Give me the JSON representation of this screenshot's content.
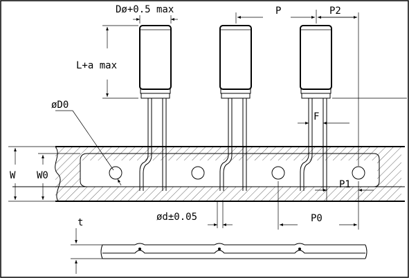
{
  "labels": {
    "d_phi": "Dø+0.5 max",
    "p": "P",
    "p2": "P2",
    "l_a": "L+a max",
    "phi_d0": "øD0",
    "f": "F",
    "w": "W",
    "w0": "W0",
    "p1": "P1",
    "phi_d": "ød±0.05",
    "p0": "P0",
    "t": "t"
  },
  "colors": {
    "line": "#000000",
    "background": "#ffffff"
  }
}
